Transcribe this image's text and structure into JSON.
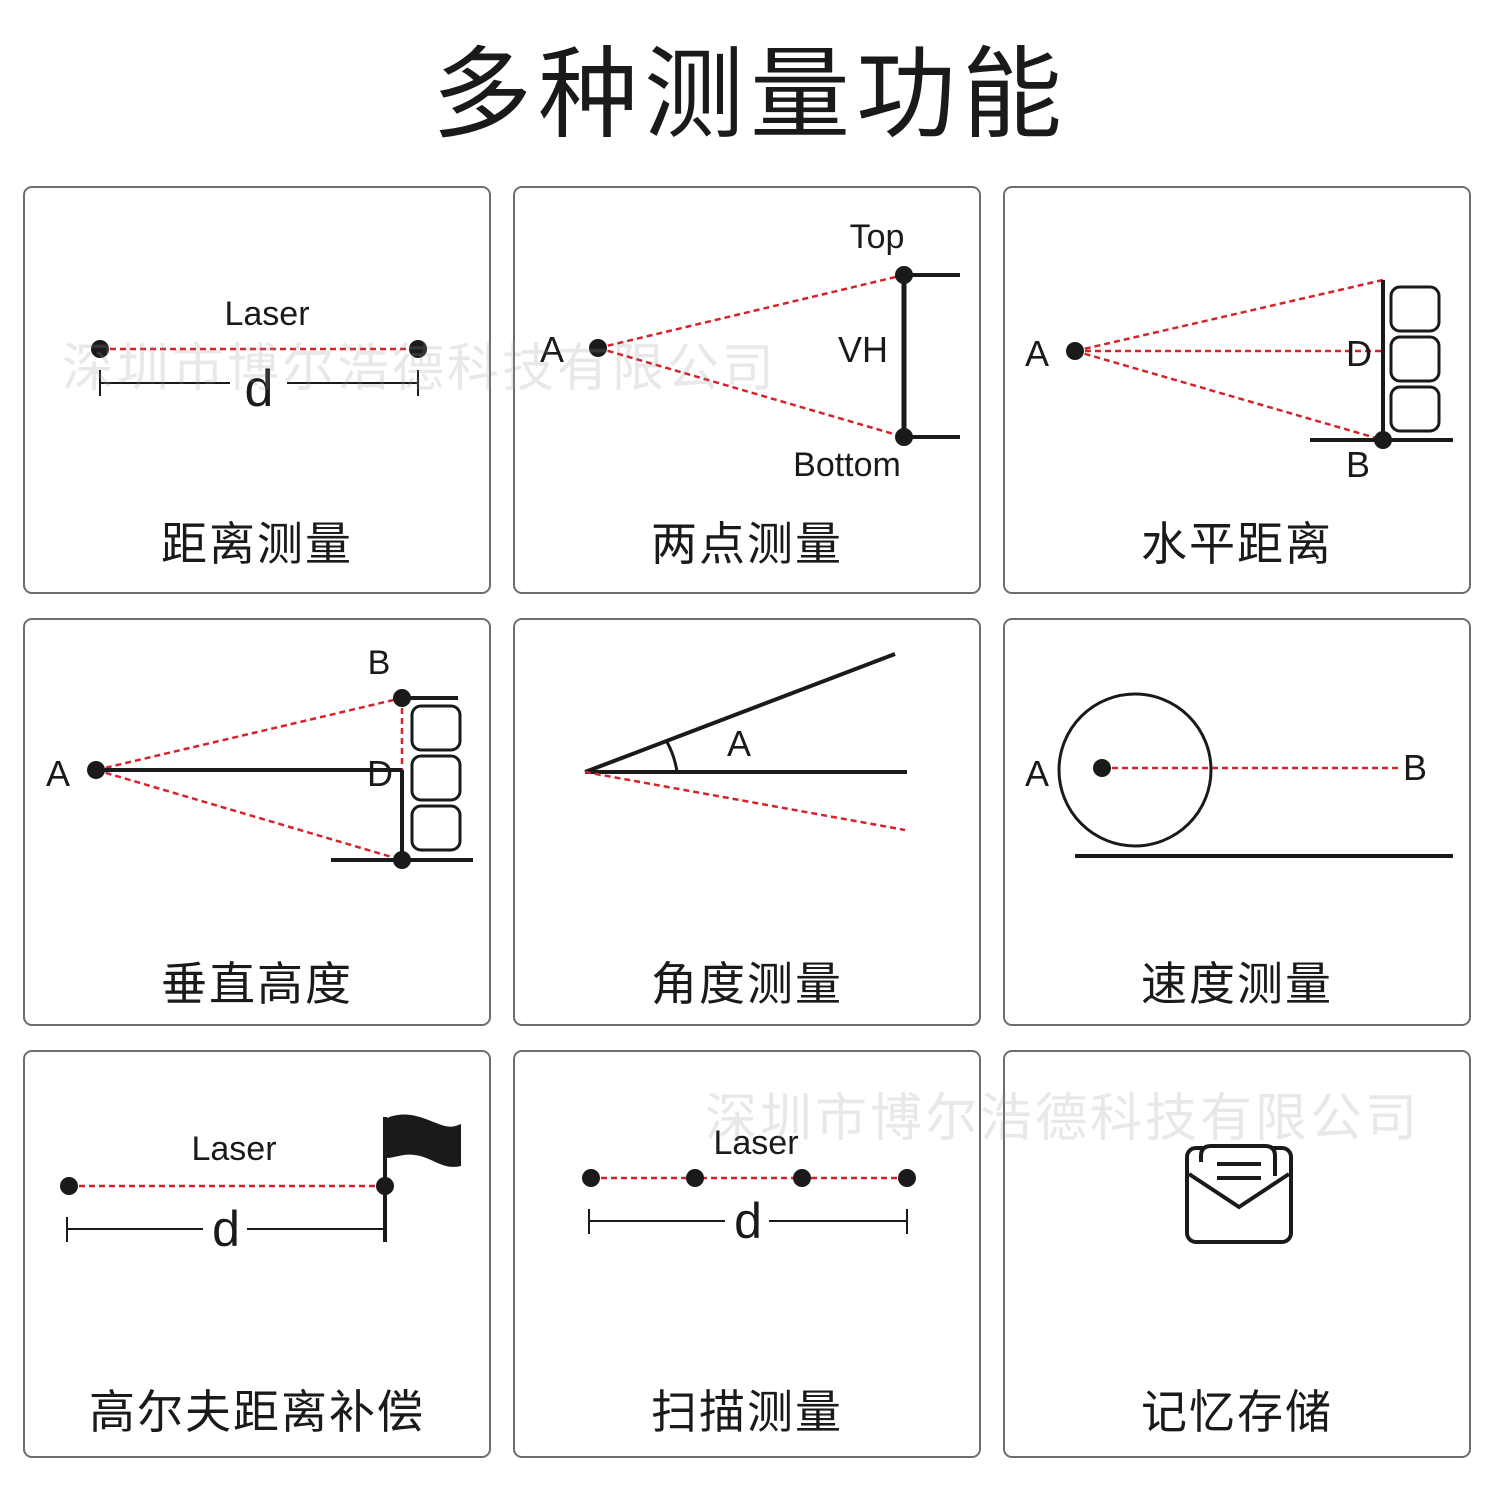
{
  "title": "多种测量功能",
  "watermark": "深圳市博尔浩德科技有限公司",
  "colors": {
    "laser": "#d3232b",
    "ink": "#1a1a1a",
    "border": "#6d6d6d"
  },
  "cards": [
    {
      "label": "距离测量",
      "texts": {
        "laser": "Laser",
        "d": "d"
      }
    },
    {
      "label": "两点测量",
      "texts": {
        "top": "Top",
        "a": "A",
        "vh": "VH",
        "bottom": "Bottom"
      }
    },
    {
      "label": "水平距离",
      "texts": {
        "a": "A",
        "d": "D",
        "b": "B"
      }
    },
    {
      "label": "垂直高度",
      "texts": {
        "b": "B",
        "a": "A",
        "d": "D"
      }
    },
    {
      "label": "角度测量",
      "texts": {
        "a": "A"
      }
    },
    {
      "label": "速度测量",
      "texts": {
        "a": "A",
        "b": "B"
      }
    },
    {
      "label": "高尔夫距离补偿",
      "texts": {
        "laser": "Laser",
        "d": "d"
      }
    },
    {
      "label": "扫描测量",
      "texts": {
        "laser": "Laser",
        "d": "d"
      }
    },
    {
      "label": "记忆存储",
      "icon": "envelope-letter-icon"
    }
  ]
}
